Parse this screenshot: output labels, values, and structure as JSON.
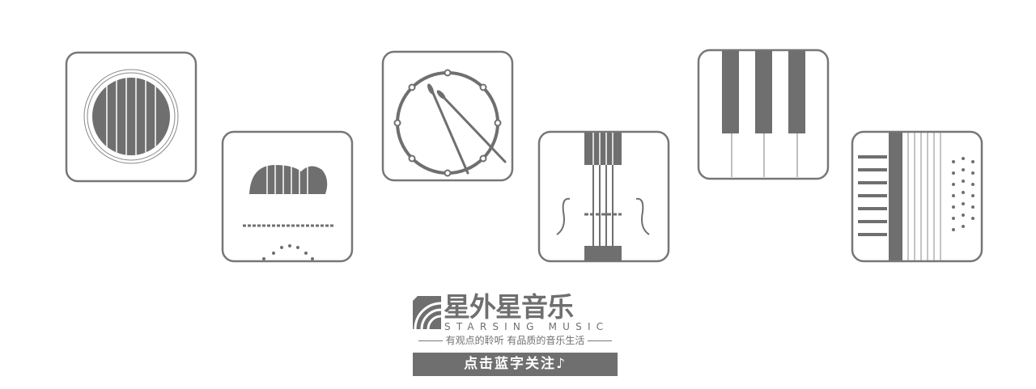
{
  "icons": [
    "guitar-icon",
    "banjo-icon",
    "drum-icon",
    "violin-icon",
    "piano-icon",
    "accordion-icon"
  ],
  "colors": {
    "icon_gray": "#6f6f6f",
    "border": "#777777",
    "background": "#ffffff"
  },
  "brand": {
    "name_cn": "星外星音乐",
    "name_en": "STARSING MUSIC",
    "slogan": "有观点的聆听 有品质的音乐生活",
    "follow_button": "点击蓝字关注"
  }
}
